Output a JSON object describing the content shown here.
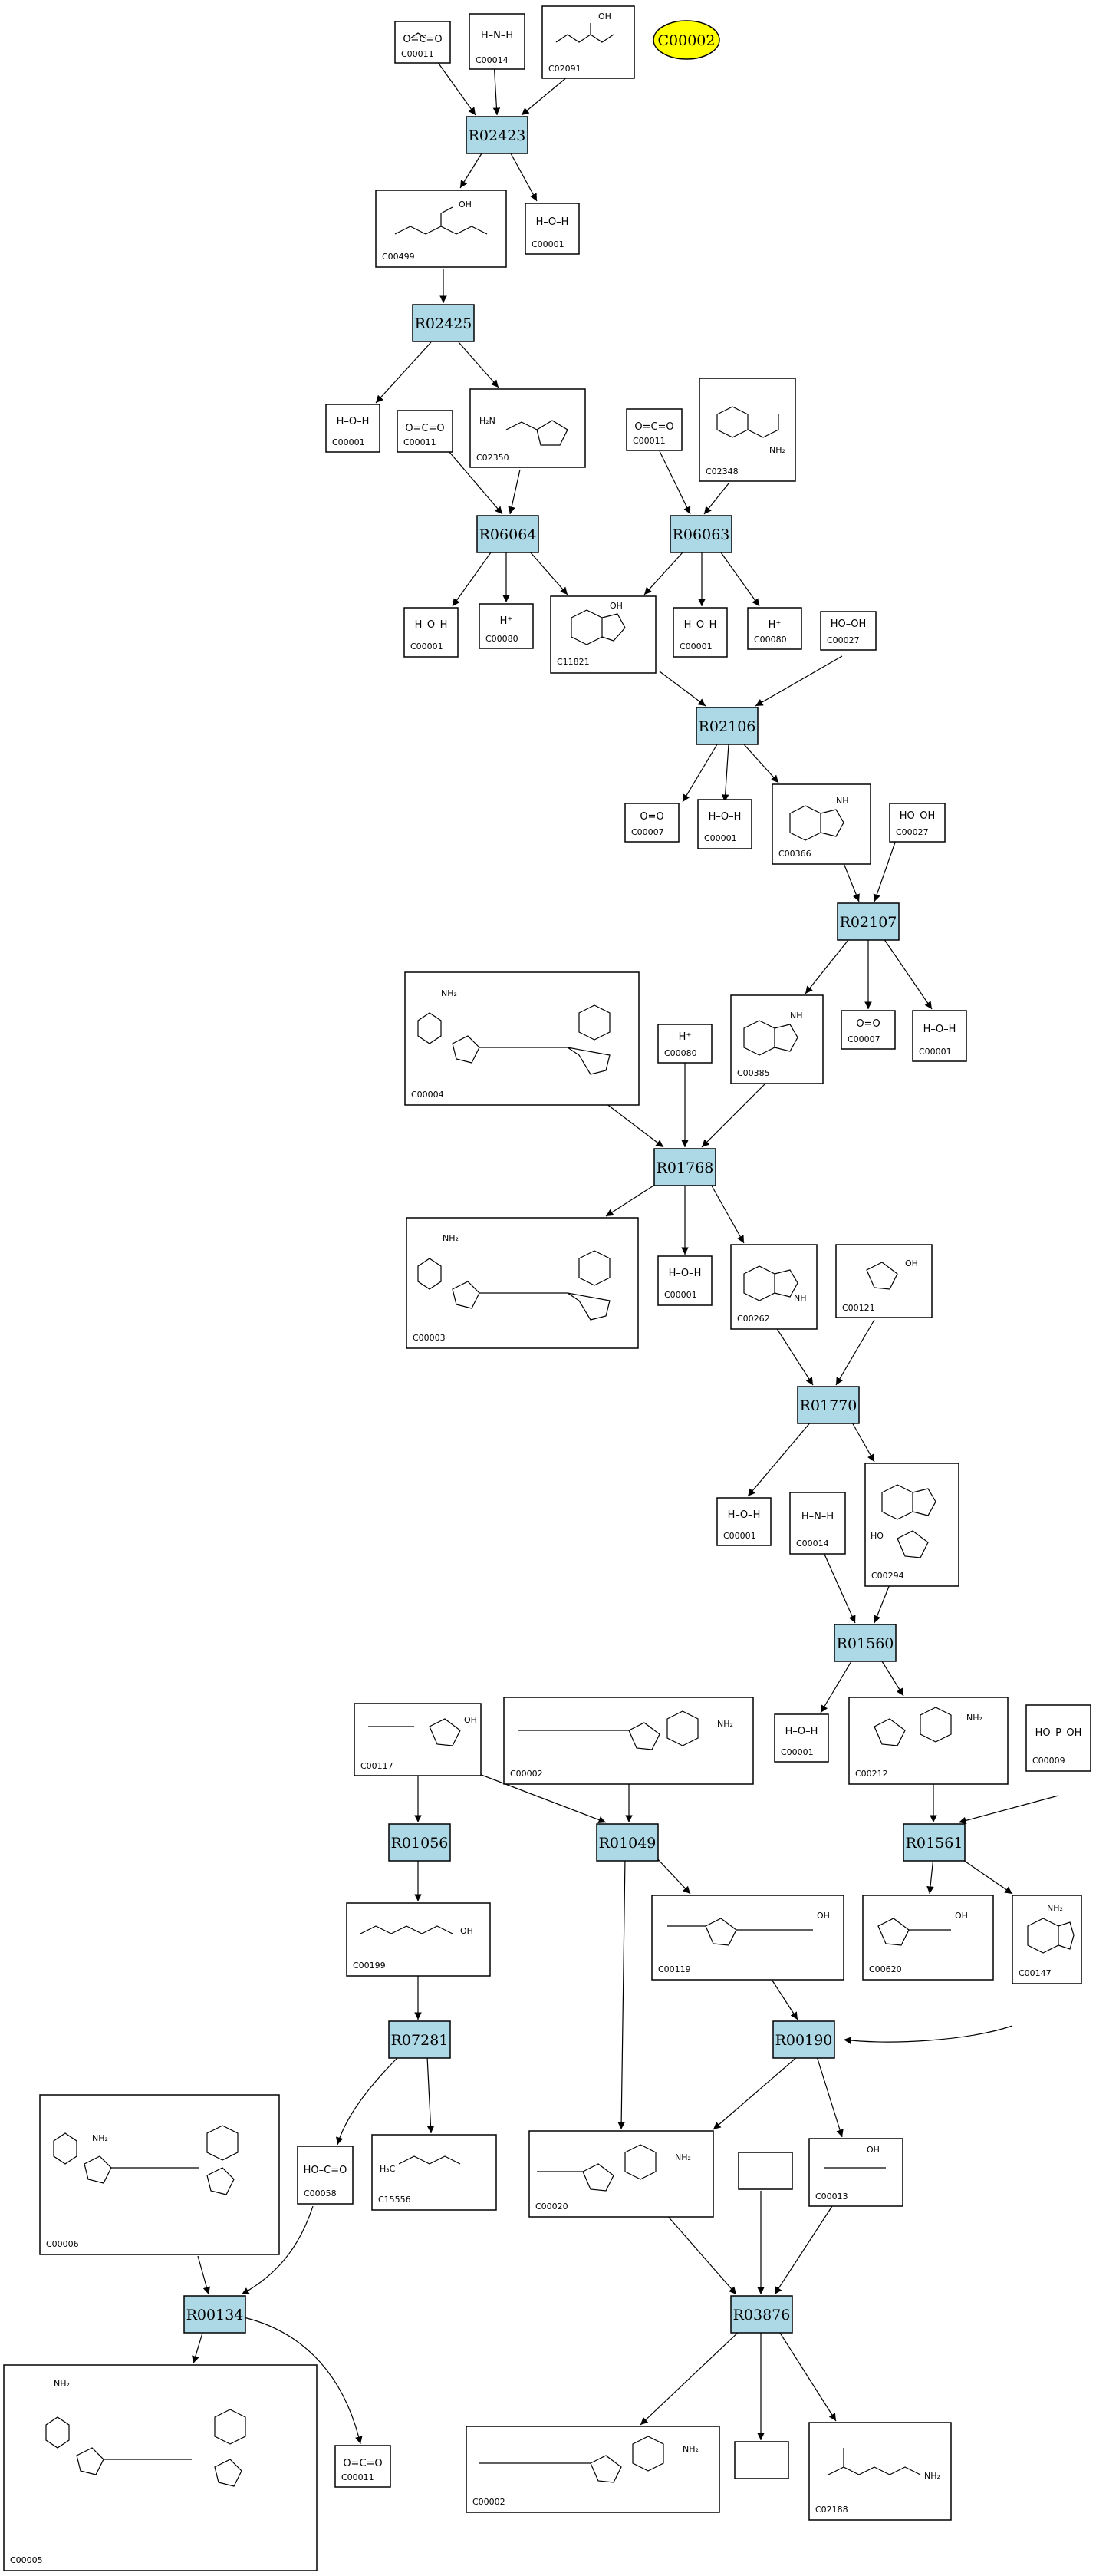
{
  "badge": "C00002",
  "reactions": {
    "R02423": "R02423",
    "R02425": "R02425",
    "R06064": "R06064",
    "R06063": "R06063",
    "R02106": "R02106",
    "R02107": "R02107",
    "R01768": "R01768",
    "R01770": "R01770",
    "R01560": "R01560",
    "R01056": "R01056",
    "R01049": "R01049",
    "R01561": "R01561",
    "R07281": "R07281",
    "R00190": "R00190",
    "R00134": "R00134",
    "R03876": "R03876"
  },
  "compounds": {
    "c00011_a": {
      "id": "C00011",
      "formula": "O=C=O"
    },
    "c00014_a": {
      "id": "C00014",
      "formula": "H–N–H"
    },
    "c02091": {
      "id": "C02091",
      "formula": "OH"
    },
    "c00499": {
      "id": "C00499",
      "formula": "OH"
    },
    "c00001_a": {
      "id": "C00001",
      "formula": "H–O–H"
    },
    "c00001_b": {
      "id": "C00001",
      "formula": "H–O–H"
    },
    "c00011_b": {
      "id": "C00011",
      "formula": "O=C=O"
    },
    "c02350": {
      "id": "C02350",
      "formula": "H₂N"
    },
    "c00011_c": {
      "id": "C00011",
      "formula": "O=C=O"
    },
    "c02348": {
      "id": "C02348",
      "formula": "NH₂"
    },
    "c00001_c": {
      "id": "C00001",
      "formula": "H–O–H"
    },
    "c00080_a": {
      "id": "C00080",
      "formula": "H⁺"
    },
    "c11821": {
      "id": "C11821",
      "formula": "OH"
    },
    "c00001_d": {
      "id": "C00001",
      "formula": "H–O–H"
    },
    "c00080_b": {
      "id": "C00080",
      "formula": "H⁺"
    },
    "c00027_a": {
      "id": "C00027",
      "formula": "HO–OH"
    },
    "c00007_a": {
      "id": "C00007",
      "formula": "O=O"
    },
    "c00001_e": {
      "id": "C00001",
      "formula": "H–O–H"
    },
    "c00366": {
      "id": "C00366",
      "formula": "NH"
    },
    "c00027_b": {
      "id": "C00027",
      "formula": "HO–OH"
    },
    "c00004": {
      "id": "C00004",
      "formula": "NH₂"
    },
    "c00080_c": {
      "id": "C00080",
      "formula": "H⁺"
    },
    "c00385": {
      "id": "C00385",
      "formula": "NH"
    },
    "c00007_b": {
      "id": "C00007",
      "formula": "O=O"
    },
    "c00001_f": {
      "id": "C00001",
      "formula": "H–O–H"
    },
    "c00003": {
      "id": "C00003",
      "formula": "NH₂"
    },
    "c00001_g": {
      "id": "C00001",
      "formula": "H–O–H"
    },
    "c00262": {
      "id": "C00262",
      "formula": "NH"
    },
    "c00121": {
      "id": "C00121",
      "formula": "OH"
    },
    "c00001_h": {
      "id": "C00001",
      "formula": "H–O–H"
    },
    "c00014_b": {
      "id": "C00014",
      "formula": "H–N–H"
    },
    "c00294": {
      "id": "C00294",
      "formula": "HO"
    },
    "c00001_i": {
      "id": "C00001",
      "formula": "H–O–H"
    },
    "c00212": {
      "id": "C00212",
      "formula": "NH₂"
    },
    "c00009": {
      "id": "C00009",
      "formula": "HO–P–OH"
    },
    "c00117": {
      "id": "C00117",
      "formula": "OH"
    },
    "c00002_a": {
      "id": "C00002",
      "formula": "NH₂"
    },
    "c00199": {
      "id": "C00199",
      "formula": "OH"
    },
    "c00119": {
      "id": "C00119",
      "formula": "OH"
    },
    "c00620": {
      "id": "C00620",
      "formula": "OH"
    },
    "c00147": {
      "id": "C00147",
      "formula": "NH₂"
    },
    "c00006": {
      "id": "C00006",
      "formula": "NH₂"
    },
    "c00058": {
      "id": "C00058",
      "formula": "HO–C=O"
    },
    "c15556": {
      "id": "C15556",
      "formula": "H₃C"
    },
    "c00020": {
      "id": "C00020",
      "formula": "NH₂"
    },
    "c00013": {
      "id": "C00013",
      "formula": "OH"
    },
    "c00011_d": {
      "id": "C00011",
      "formula": "O=C=O"
    },
    "c00002_b": {
      "id": "C00002",
      "formula": "NH₂"
    },
    "c02188": {
      "id": "C02188",
      "formula": "NH₂"
    }
  }
}
